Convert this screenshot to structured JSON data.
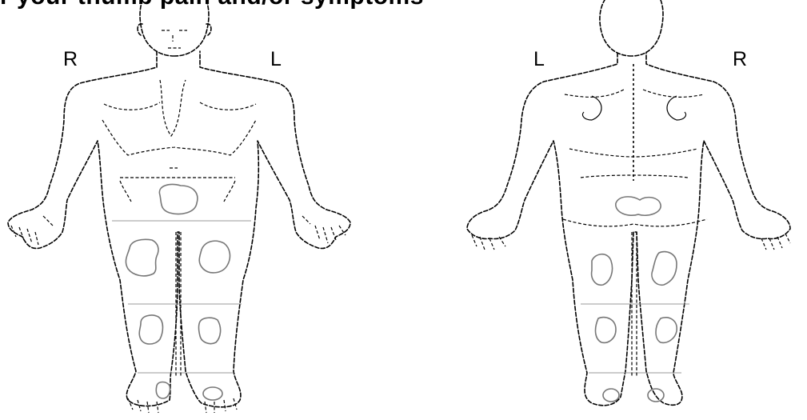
{
  "title": "r your thumb pain and/or symptoms",
  "front_view": {
    "right_label": "R",
    "left_label": "L"
  },
  "back_view": {
    "left_label": "L",
    "right_label": "R"
  }
}
